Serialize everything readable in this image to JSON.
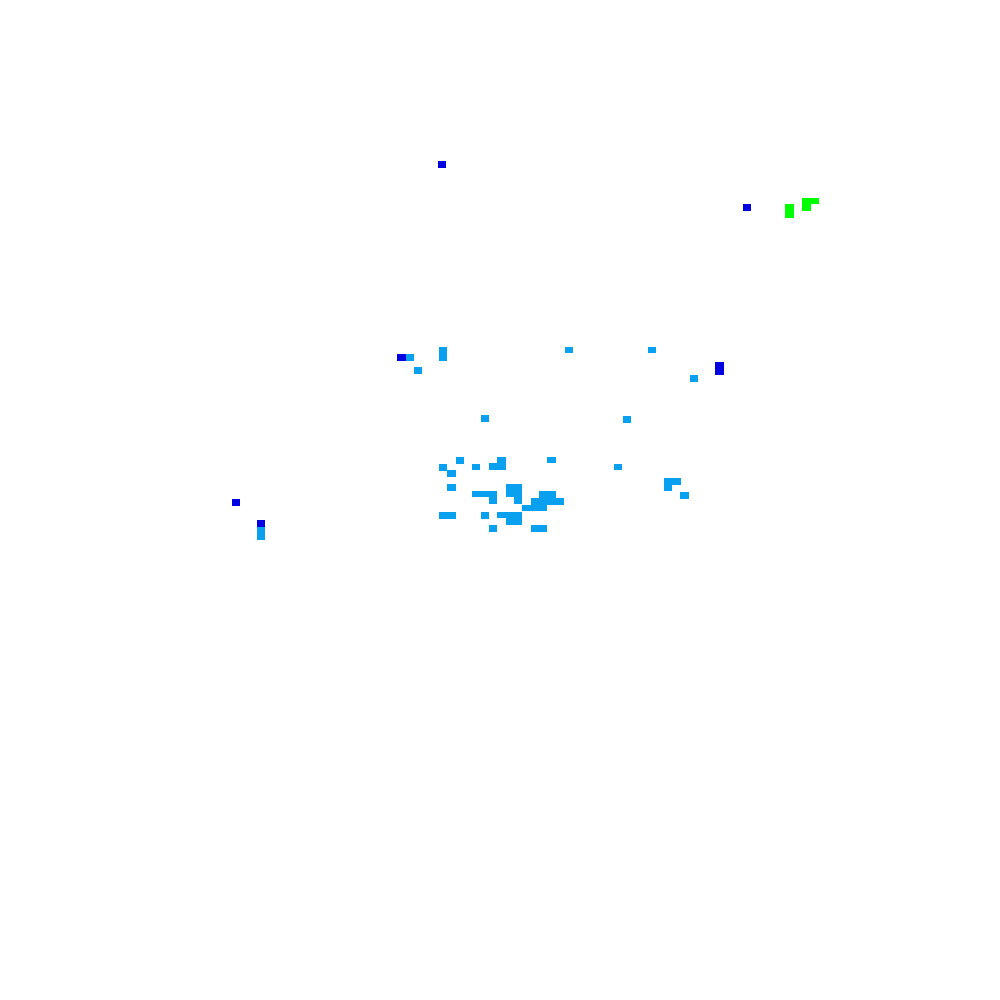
{
  "palette": {
    "background": "#ffffff",
    "light_blue": "#0aa0f0",
    "dark_blue": "#0000e0",
    "green": "#00ff00"
  },
  "point_groups": [
    {
      "name": "dark-blue-points",
      "color_key": "dark_blue",
      "count": 6
    },
    {
      "name": "light-blue-points",
      "color_key": "light_blue",
      "count": 50
    },
    {
      "name": "green-points",
      "color_key": "green",
      "count": 4
    }
  ]
}
